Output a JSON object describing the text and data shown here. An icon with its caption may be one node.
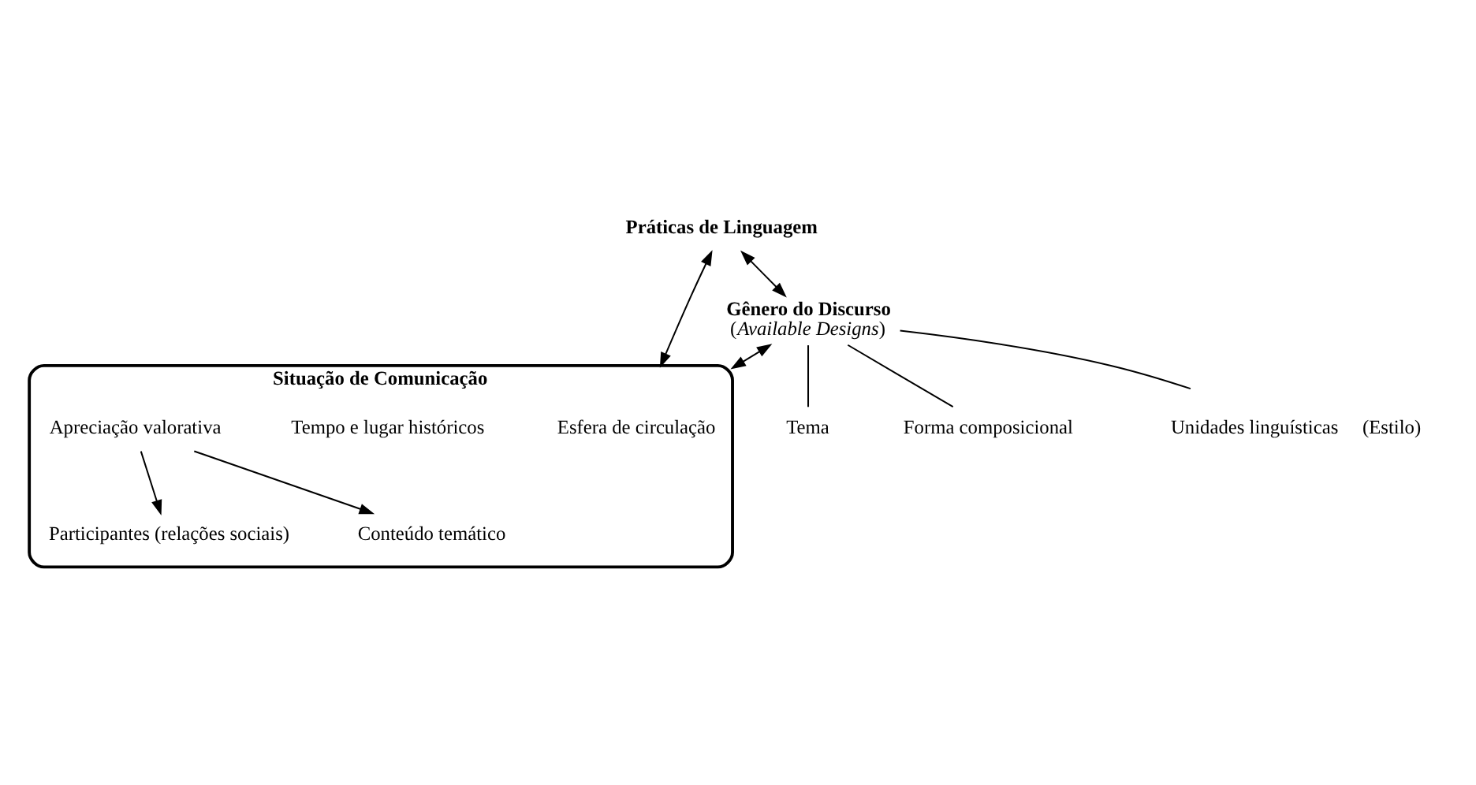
{
  "diagram": {
    "nodes": [
      {
        "text": [
          "Práticas de Linguagem"
        ]
      },
      {
        "text": [
          "Situação de Comunicação"
        ]
      },
      {
        "text": [
          "Esfera de circulação"
        ],
        "in": 1
      },
      {
        "text": [
          "Tempo e lugar históricos"
        ],
        "in": 1
      },
      {
        "text": [
          "Participantes (relações sociais)"
        ],
        "in": 1
      },
      {
        "text": [
          "Conteúdo temático"
        ],
        "in": 1
      },
      {
        "text": [
          "Apreciação valorativa"
        ],
        "in": 1
      },
      {
        "text": [
          "Gênero do Discurso",
          "(*Available Designs*)"
        ]
      },
      {
        "text": [
          "Tema"
        ]
      },
      {
        "text": [
          "Forma composicional"
        ]
      },
      {
        "text": [
          "Unidades linguísticas"
        ],
        "beside": [
          "(Estilo)"
        ]
      }
    ],
    "edges": [
      {
        "from": 0,
        "to": 1,
        "arrow": "both"
      },
      {
        "from": 0,
        "to": 7,
        "arrow": "both"
      },
      {
        "from": 7,
        "to": 1,
        "arrow": "both"
      },
      {
        "from": 6,
        "to": 4,
        "arrow": "to"
      },
      {
        "from": 6,
        "to": 5,
        "arrow": "to"
      },
      {
        "from": 7,
        "to": 8,
        "arrow": "none"
      },
      {
        "from": 7,
        "to": 9,
        "arrow": "none"
      },
      {
        "from": 7,
        "to": 10,
        "arrow": "none"
      }
    ]
  }
}
